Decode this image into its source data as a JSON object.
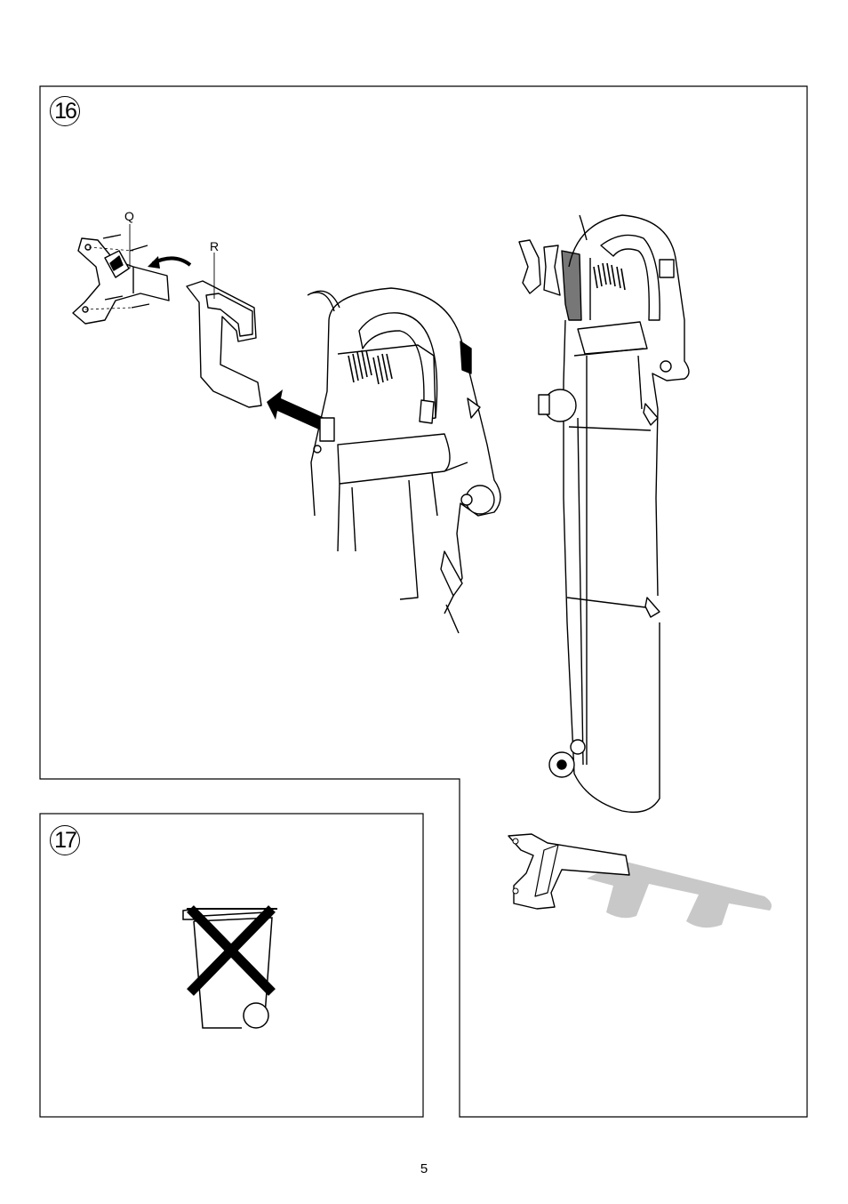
{
  "figures": [
    {
      "step": "16",
      "labels": {
        "q": "Q",
        "r": "R"
      }
    },
    {
      "step": "17"
    }
  ],
  "page_number": "5",
  "icons": {
    "arrow": "curved-arrow-icon",
    "insert_arrow": "straight-arrow-icon",
    "disposal": "crossed-out-wheelie-bin-icon"
  }
}
